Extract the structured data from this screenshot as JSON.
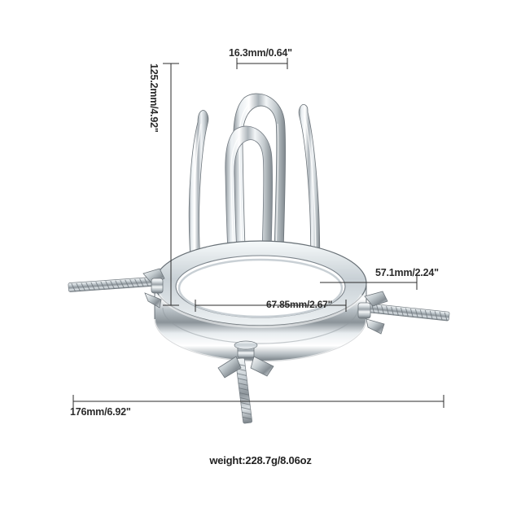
{
  "page": {
    "background_color": "#ffffff",
    "product_material_color": "#cfd3d6",
    "annotation_color": "#2b2b2b"
  },
  "dimensions": {
    "height": {
      "label": "125.2mm/4.92\"",
      "value_mm": 125.2,
      "value_in": 4.92,
      "orientation": "vertical",
      "position": "left"
    },
    "top_width": {
      "label": "16.3mm/0.64\"",
      "value_mm": 16.3,
      "value_in": 0.64,
      "orientation": "horizontal",
      "position": "top"
    },
    "right_width": {
      "label": "57.1mm/2.24\"",
      "value_mm": 57.1,
      "value_in": 2.24,
      "orientation": "horizontal",
      "position": "right"
    },
    "ring_diameter": {
      "label": "67.85mm/2.67\"",
      "value_mm": 67.85,
      "value_in": 2.67,
      "orientation": "horizontal",
      "position": "center"
    },
    "overall_width": {
      "label": "176mm/6.92\"",
      "value_mm": 176,
      "value_in": 6.92,
      "orientation": "horizontal",
      "position": "bottom"
    }
  },
  "weight": {
    "label": "weight:228.7g/8.06oz",
    "grams": 228.7,
    "ounces": 8.06
  },
  "product": {
    "name": "stainless-steel-ring-device",
    "prong_count": 4,
    "thumbscrew_count": 3
  }
}
